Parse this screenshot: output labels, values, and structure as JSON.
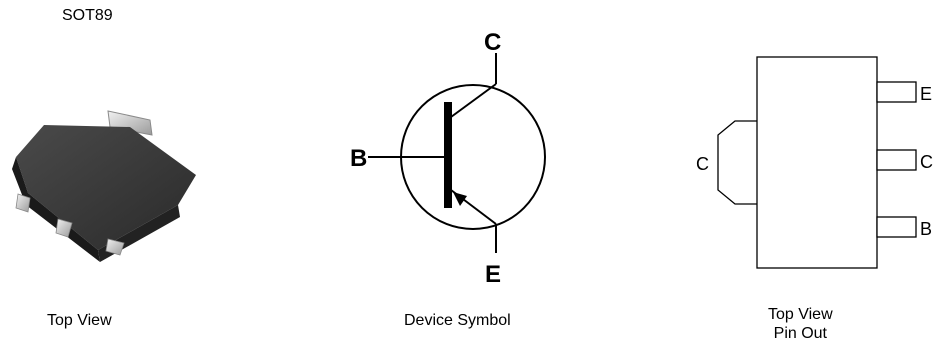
{
  "package": {
    "name": "SOT89",
    "view_caption": "Top View"
  },
  "symbol": {
    "caption": "Device Symbol",
    "pins": {
      "collector": "C",
      "base": "B",
      "emitter": "E"
    }
  },
  "pinout": {
    "caption_line1": "Top View",
    "caption_line2": "Pin Out",
    "tab_label": "C",
    "pins": [
      "E",
      "C",
      "B"
    ]
  }
}
